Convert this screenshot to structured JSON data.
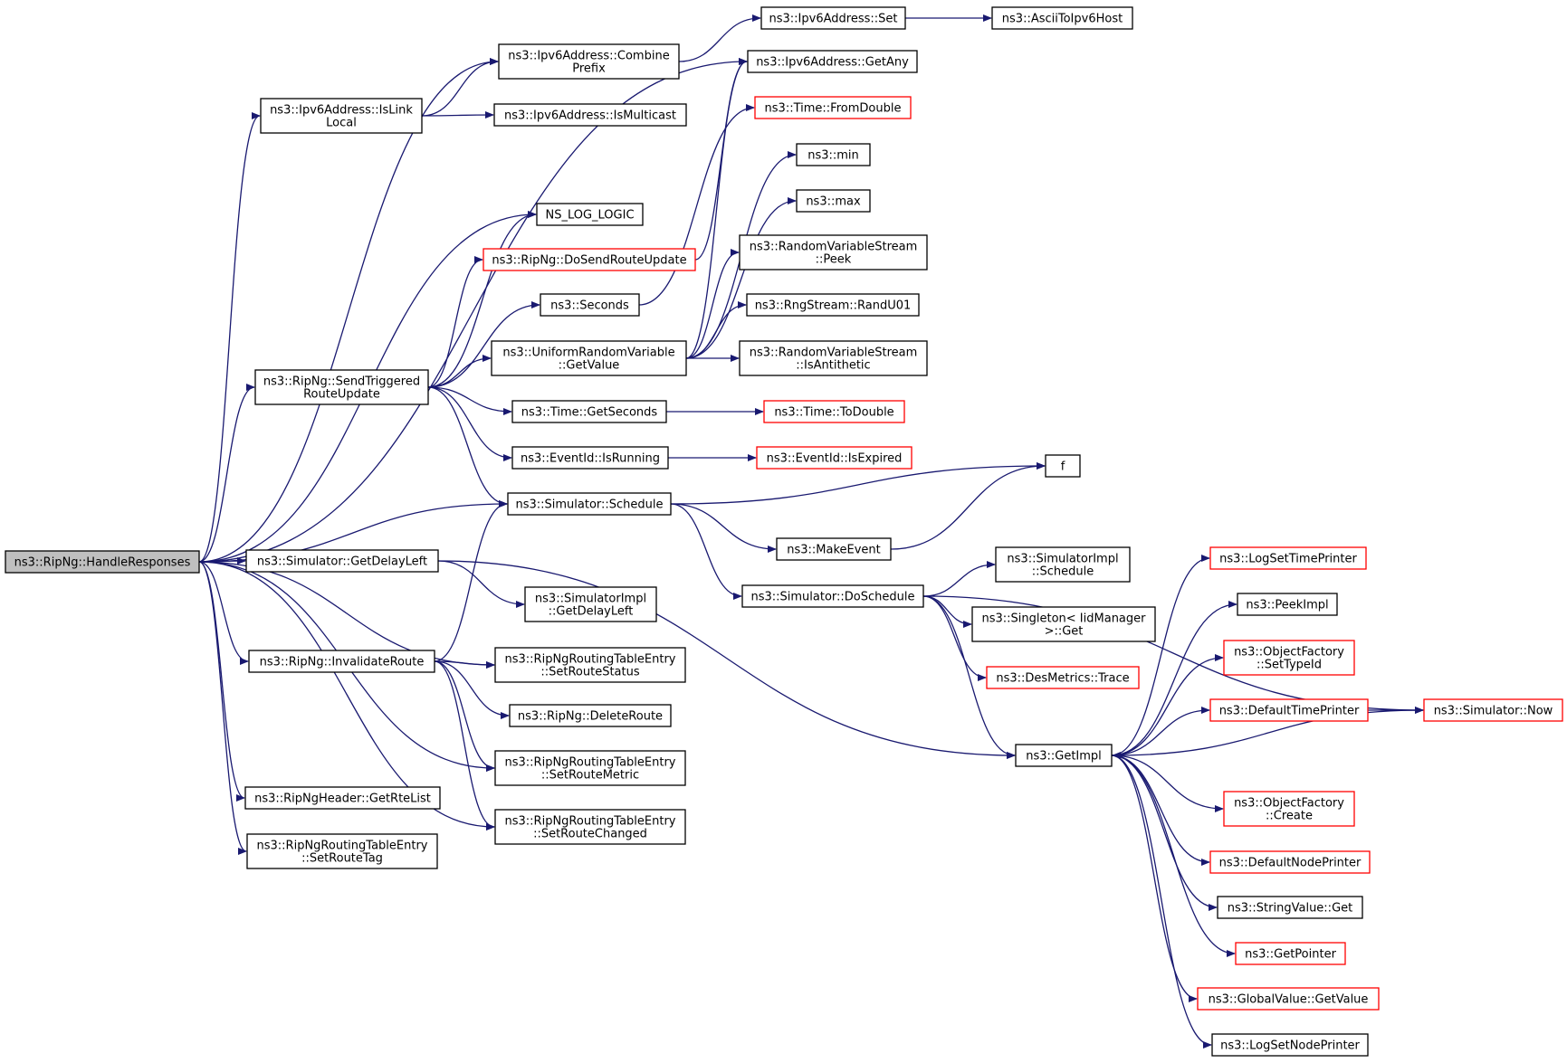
{
  "colors": {
    "edge": "#191970",
    "node_border": "#000000",
    "node_border_truncated": "#ff0000",
    "root_fill": "#bfbfbf",
    "node_fill": "#ffffff"
  },
  "nodes": [
    {
      "id": "handle",
      "lines": [
        "ns3::RipNg::HandleResponses"
      ],
      "style": "root"
    },
    {
      "id": "islink",
      "lines": [
        "ns3::Ipv6Address::IsLink",
        "Local"
      ],
      "style": "normal"
    },
    {
      "id": "combine",
      "lines": [
        "ns3::Ipv6Address::Combine",
        "Prefix"
      ],
      "style": "normal"
    },
    {
      "id": "ismulticast",
      "lines": [
        "ns3::Ipv6Address::IsMulticast"
      ],
      "style": "normal"
    },
    {
      "id": "ipv6set",
      "lines": [
        "ns3::Ipv6Address::Set"
      ],
      "style": "normal"
    },
    {
      "id": "ascii",
      "lines": [
        "ns3::AsciiToIpv6Host"
      ],
      "style": "normal"
    },
    {
      "id": "getany",
      "lines": [
        "ns3::Ipv6Address::GetAny"
      ],
      "style": "normal"
    },
    {
      "id": "fromdouble",
      "lines": [
        "ns3::Time::FromDouble"
      ],
      "style": "truncated"
    },
    {
      "id": "min",
      "lines": [
        "ns3::min"
      ],
      "style": "normal"
    },
    {
      "id": "max",
      "lines": [
        "ns3::max"
      ],
      "style": "normal"
    },
    {
      "id": "nslog",
      "lines": [
        "NS_LOG_LOGIC"
      ],
      "style": "normal"
    },
    {
      "id": "dosend",
      "lines": [
        "ns3::RipNg::DoSendRouteUpdate"
      ],
      "style": "truncated"
    },
    {
      "id": "peek",
      "lines": [
        "ns3::RandomVariableStream",
        "::Peek"
      ],
      "style": "normal"
    },
    {
      "id": "seconds",
      "lines": [
        "ns3::Seconds"
      ],
      "style": "normal"
    },
    {
      "id": "randu01",
      "lines": [
        "ns3::RngStream::RandU01"
      ],
      "style": "normal"
    },
    {
      "id": "uniform",
      "lines": [
        "ns3::UniformRandomVariable",
        "::GetValue"
      ],
      "style": "normal"
    },
    {
      "id": "isanti",
      "lines": [
        "ns3::RandomVariableStream",
        "::IsAntithetic"
      ],
      "style": "normal"
    },
    {
      "id": "sendtrig",
      "lines": [
        "ns3::RipNg::SendTriggered",
        "RouteUpdate"
      ],
      "style": "normal"
    },
    {
      "id": "getseconds",
      "lines": [
        "ns3::Time::GetSeconds"
      ],
      "style": "normal"
    },
    {
      "id": "todouble",
      "lines": [
        "ns3::Time::ToDouble"
      ],
      "style": "truncated"
    },
    {
      "id": "isrunning",
      "lines": [
        "ns3::EventId::IsRunning"
      ],
      "style": "normal"
    },
    {
      "id": "isexpired",
      "lines": [
        "ns3::EventId::IsExpired"
      ],
      "style": "truncated"
    },
    {
      "id": "f",
      "lines": [
        "f"
      ],
      "style": "normal"
    },
    {
      "id": "schedule",
      "lines": [
        "ns3::Simulator::Schedule"
      ],
      "style": "normal"
    },
    {
      "id": "makeevent",
      "lines": [
        "ns3::MakeEvent"
      ],
      "style": "normal"
    },
    {
      "id": "getdelay",
      "lines": [
        "ns3::Simulator::GetDelayLeft"
      ],
      "style": "normal"
    },
    {
      "id": "simimplsched",
      "lines": [
        "ns3::SimulatorImpl",
        "::Schedule"
      ],
      "style": "normal"
    },
    {
      "id": "logsettime",
      "lines": [
        "ns3::LogSetTimePrinter"
      ],
      "style": "truncated"
    },
    {
      "id": "doschedule",
      "lines": [
        "ns3::Simulator::DoSchedule"
      ],
      "style": "normal"
    },
    {
      "id": "simimpldelay",
      "lines": [
        "ns3::SimulatorImpl",
        "::GetDelayLeft"
      ],
      "style": "normal"
    },
    {
      "id": "peekimpl",
      "lines": [
        "ns3::PeekImpl"
      ],
      "style": "normal"
    },
    {
      "id": "singleton",
      "lines": [
        "ns3::Singleton< IidManager",
        ">::Get"
      ],
      "style": "normal"
    },
    {
      "id": "settypeid",
      "lines": [
        "ns3::ObjectFactory",
        "::SetTypeId"
      ],
      "style": "truncated"
    },
    {
      "id": "invalidate",
      "lines": [
        "ns3::RipNg::InvalidateRoute"
      ],
      "style": "normal"
    },
    {
      "id": "setstatus",
      "lines": [
        "ns3::RipNgRoutingTableEntry",
        "::SetRouteStatus"
      ],
      "style": "normal"
    },
    {
      "id": "desmetrics",
      "lines": [
        "ns3::DesMetrics::Trace"
      ],
      "style": "truncated"
    },
    {
      "id": "deftime",
      "lines": [
        "ns3::DefaultTimePrinter"
      ],
      "style": "truncated"
    },
    {
      "id": "now",
      "lines": [
        "ns3::Simulator::Now"
      ],
      "style": "truncated"
    },
    {
      "id": "deleteroute",
      "lines": [
        "ns3::RipNg::DeleteRoute"
      ],
      "style": "normal"
    },
    {
      "id": "getimpl",
      "lines": [
        "ns3::GetImpl"
      ],
      "style": "normal"
    },
    {
      "id": "setmetric",
      "lines": [
        "ns3::RipNgRoutingTableEntry",
        "::SetRouteMetric"
      ],
      "style": "normal"
    },
    {
      "id": "getrte",
      "lines": [
        "ns3::RipNgHeader::GetRteList"
      ],
      "style": "normal"
    },
    {
      "id": "ofcreate",
      "lines": [
        "ns3::ObjectFactory",
        "::Create"
      ],
      "style": "truncated"
    },
    {
      "id": "setchanged",
      "lines": [
        "ns3::RipNgRoutingTableEntry",
        "::SetRouteChanged"
      ],
      "style": "normal"
    },
    {
      "id": "settag",
      "lines": [
        "ns3::RipNgRoutingTableEntry",
        "::SetRouteTag"
      ],
      "style": "normal"
    },
    {
      "id": "defnode",
      "lines": [
        "ns3::DefaultNodePrinter"
      ],
      "style": "truncated"
    },
    {
      "id": "strget",
      "lines": [
        "ns3::StringValue::Get"
      ],
      "style": "normal"
    },
    {
      "id": "getpointer",
      "lines": [
        "ns3::GetPointer"
      ],
      "style": "truncated"
    },
    {
      "id": "globalget",
      "lines": [
        "ns3::GlobalValue::GetValue"
      ],
      "style": "truncated"
    },
    {
      "id": "logsetnode",
      "lines": [
        "ns3::LogSetNodePrinter"
      ],
      "style": "normal"
    }
  ],
  "edges": [
    [
      "handle",
      "combine"
    ],
    [
      "handle",
      "islink"
    ],
    [
      "handle",
      "getany"
    ],
    [
      "handle",
      "nslog"
    ],
    [
      "handle",
      "sendtrig"
    ],
    [
      "handle",
      "schedule"
    ],
    [
      "handle",
      "getdelay"
    ],
    [
      "handle",
      "invalidate"
    ],
    [
      "handle",
      "setstatus"
    ],
    [
      "handle",
      "setmetric"
    ],
    [
      "handle",
      "getrte"
    ],
    [
      "handle",
      "setchanged"
    ],
    [
      "handle",
      "settag"
    ],
    [
      "islink",
      "combine"
    ],
    [
      "islink",
      "ismulticast"
    ],
    [
      "combine",
      "ipv6set"
    ],
    [
      "ipv6set",
      "ascii"
    ],
    [
      "sendtrig",
      "nslog"
    ],
    [
      "sendtrig",
      "dosend"
    ],
    [
      "sendtrig",
      "seconds"
    ],
    [
      "sendtrig",
      "uniform"
    ],
    [
      "sendtrig",
      "getseconds"
    ],
    [
      "sendtrig",
      "isrunning"
    ],
    [
      "sendtrig",
      "schedule"
    ],
    [
      "dosend",
      "getany"
    ],
    [
      "seconds",
      "fromdouble"
    ],
    [
      "uniform",
      "getany"
    ],
    [
      "uniform",
      "min"
    ],
    [
      "uniform",
      "max"
    ],
    [
      "uniform",
      "peek"
    ],
    [
      "uniform",
      "randu01"
    ],
    [
      "uniform",
      "isanti"
    ],
    [
      "getseconds",
      "todouble"
    ],
    [
      "isrunning",
      "isexpired"
    ],
    [
      "schedule",
      "f"
    ],
    [
      "schedule",
      "makeevent"
    ],
    [
      "schedule",
      "doschedule"
    ],
    [
      "makeevent",
      "f"
    ],
    [
      "getdelay",
      "simimpldelay"
    ],
    [
      "getdelay",
      "getimpl"
    ],
    [
      "doschedule",
      "simimplsched"
    ],
    [
      "doschedule",
      "singleton"
    ],
    [
      "doschedule",
      "desmetrics"
    ],
    [
      "doschedule",
      "getimpl"
    ],
    [
      "doschedule",
      "now"
    ],
    [
      "invalidate",
      "schedule"
    ],
    [
      "invalidate",
      "setstatus"
    ],
    [
      "invalidate",
      "deleteroute"
    ],
    [
      "invalidate",
      "setmetric"
    ],
    [
      "invalidate",
      "setchanged"
    ],
    [
      "getimpl",
      "logsettime"
    ],
    [
      "getimpl",
      "peekimpl"
    ],
    [
      "getimpl",
      "settypeid"
    ],
    [
      "getimpl",
      "deftime"
    ],
    [
      "getimpl",
      "ofcreate"
    ],
    [
      "getimpl",
      "defnode"
    ],
    [
      "getimpl",
      "strget"
    ],
    [
      "getimpl",
      "getpointer"
    ],
    [
      "getimpl",
      "globalget"
    ],
    [
      "getimpl",
      "logsetnode"
    ],
    [
      "deftime",
      "now"
    ],
    [
      "now",
      "getimpl"
    ]
  ]
}
